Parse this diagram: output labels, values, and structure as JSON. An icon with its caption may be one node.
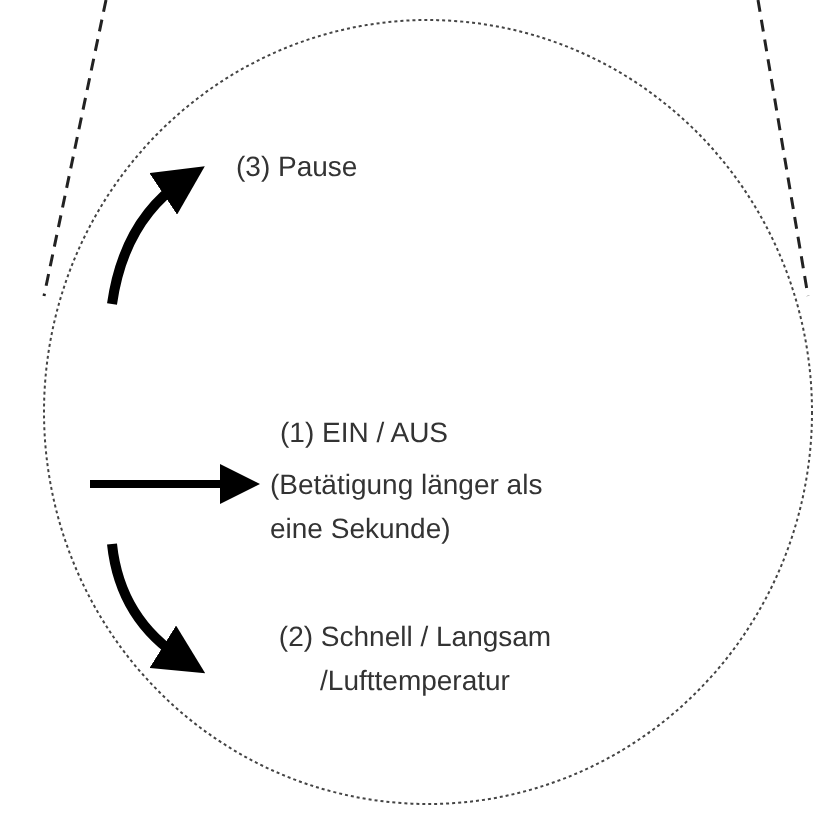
{
  "diagram": {
    "labels": [
      "(3) Pause",
      "(1) EIN / AUS",
      "(Betätigung länger als eine Sekunde)",
      "(2) Schnell / Langsam /Lufttemperatur"
    ]
  }
}
